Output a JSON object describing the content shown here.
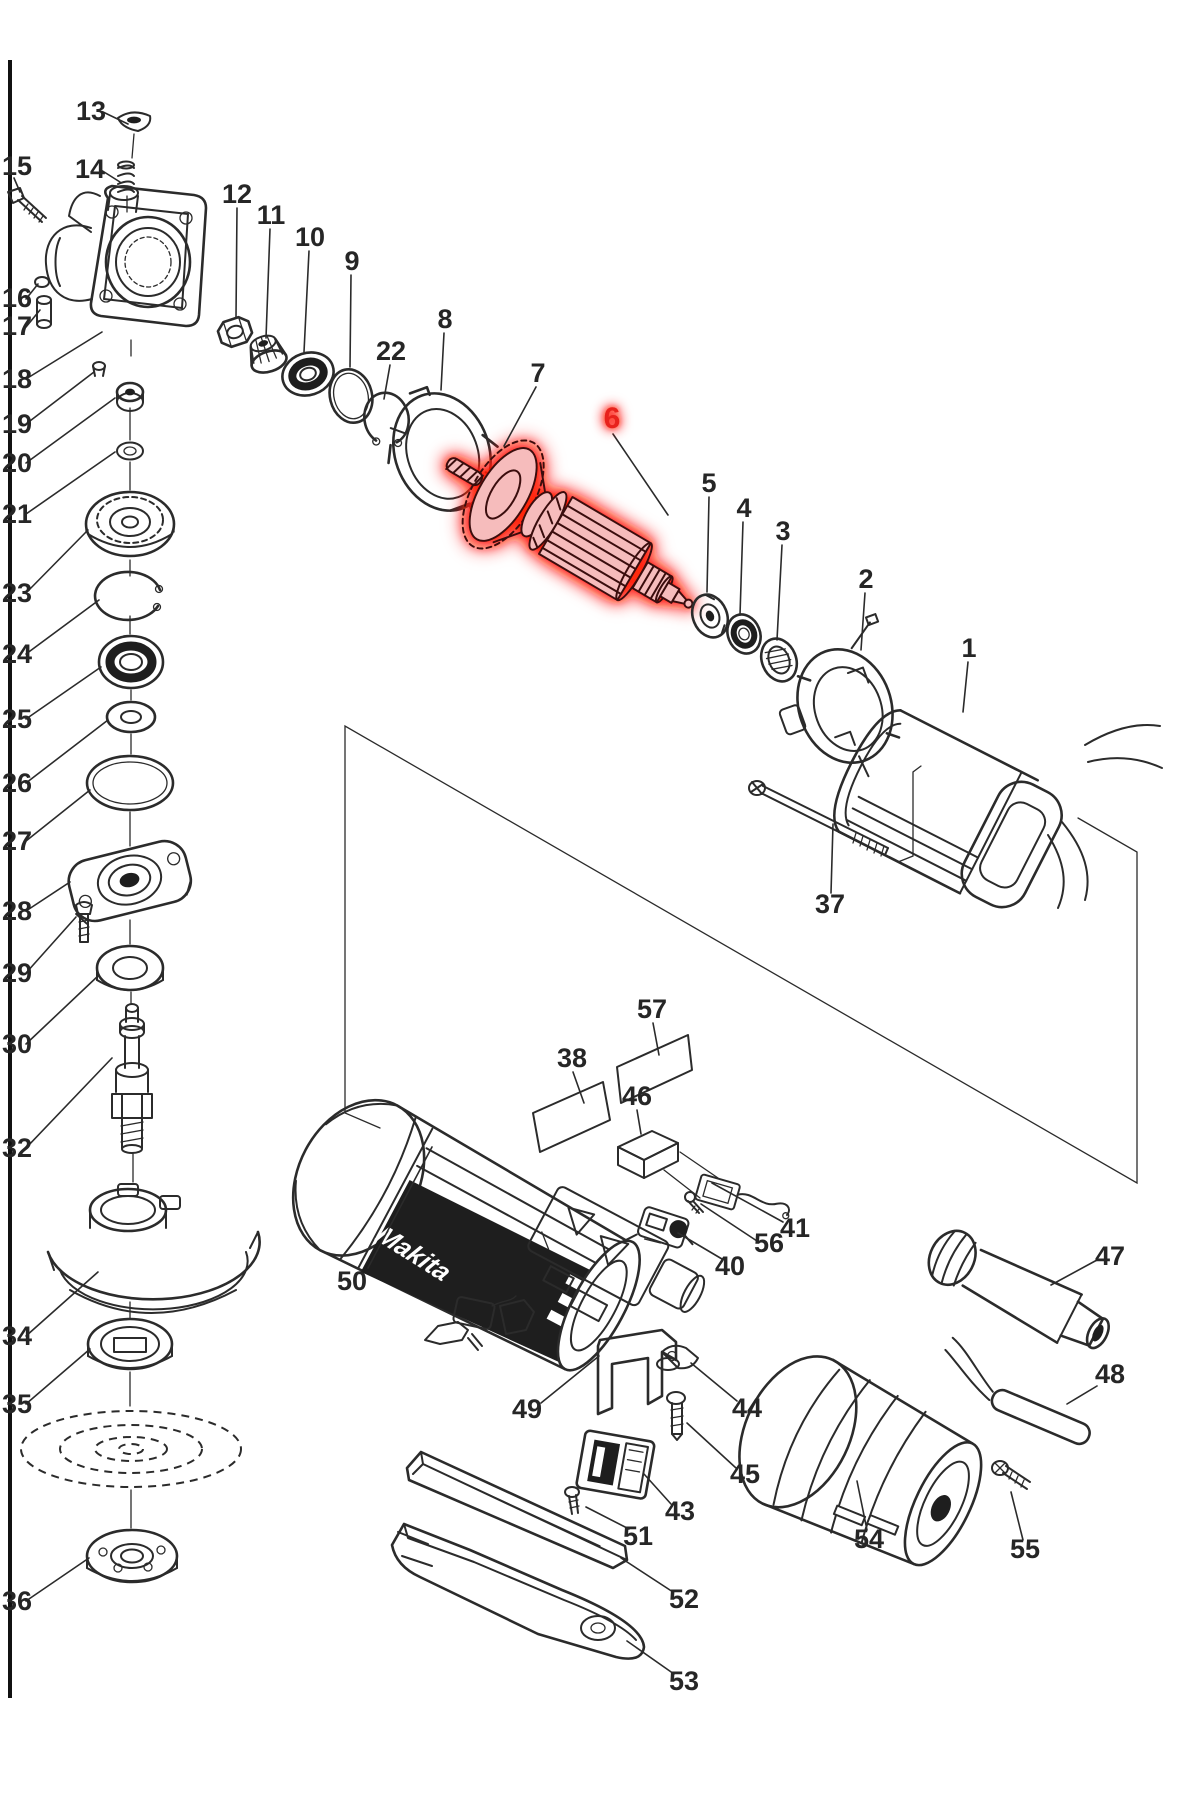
{
  "diagram": {
    "type": "exploded-parts-diagram",
    "subject": "angle grinder",
    "highlighted_part": "6",
    "highlight_glow_color": "#ff1505",
    "highlight_label_color": "#e8231d",
    "line_color": "#2b2b2b",
    "background": "#ffffff"
  },
  "branding": {
    "housing_logo": "Makita"
  },
  "labels": {
    "n1": "1",
    "n2": "2",
    "n3": "3",
    "n4": "4",
    "n5": "5",
    "n6": "6",
    "n7": "7",
    "n8": "8",
    "n9": "9",
    "n10": "10",
    "n11": "11",
    "n12": "12",
    "n13": "13",
    "n14": "14",
    "n15": "15",
    "n16": "16",
    "n17": "17",
    "n18": "18",
    "n19": "19",
    "n20": "20",
    "n21": "21",
    "n22": "22",
    "n23": "23",
    "n24": "24",
    "n25": "25",
    "n26": "26",
    "n27": "27",
    "n28": "28",
    "n29": "29",
    "n30": "30",
    "n32": "32",
    "n34": "34",
    "n35": "35",
    "n36": "36",
    "n37": "37",
    "n38": "38",
    "n40": "40",
    "n41": "41",
    "n43": "43",
    "n44": "44",
    "n45": "45",
    "n46": "46",
    "n47": "47",
    "n48": "48",
    "n49": "49",
    "n50": "50",
    "n51": "51",
    "n52": "52",
    "n53": "53",
    "n54": "54",
    "n55": "55",
    "n56": "56",
    "n57": "57"
  }
}
